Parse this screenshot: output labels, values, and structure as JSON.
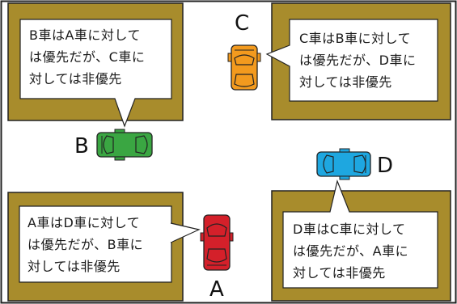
{
  "car_labels": {
    "A": "A",
    "B": "B",
    "C": "C",
    "D": "D"
  },
  "bubbles": {
    "B": "B車はA車に対して\nは優先だが、C車に\n対しては非優先",
    "C": "C車はB車に対して\nは優先だが、D車に\n対しては非優先",
    "A": "A車はD車に対して\nは優先だが、B車に\n対しては非優先",
    "D": "D車はC車に対して\nは優先だが、A車に\n対しては非優先"
  },
  "colors": {
    "block": "#a88c2c",
    "road": "#ffffff",
    "car_A": "#d4202a",
    "car_B": "#3aa642",
    "car_C": "#f39a1e",
    "car_D": "#1ea7e0"
  }
}
